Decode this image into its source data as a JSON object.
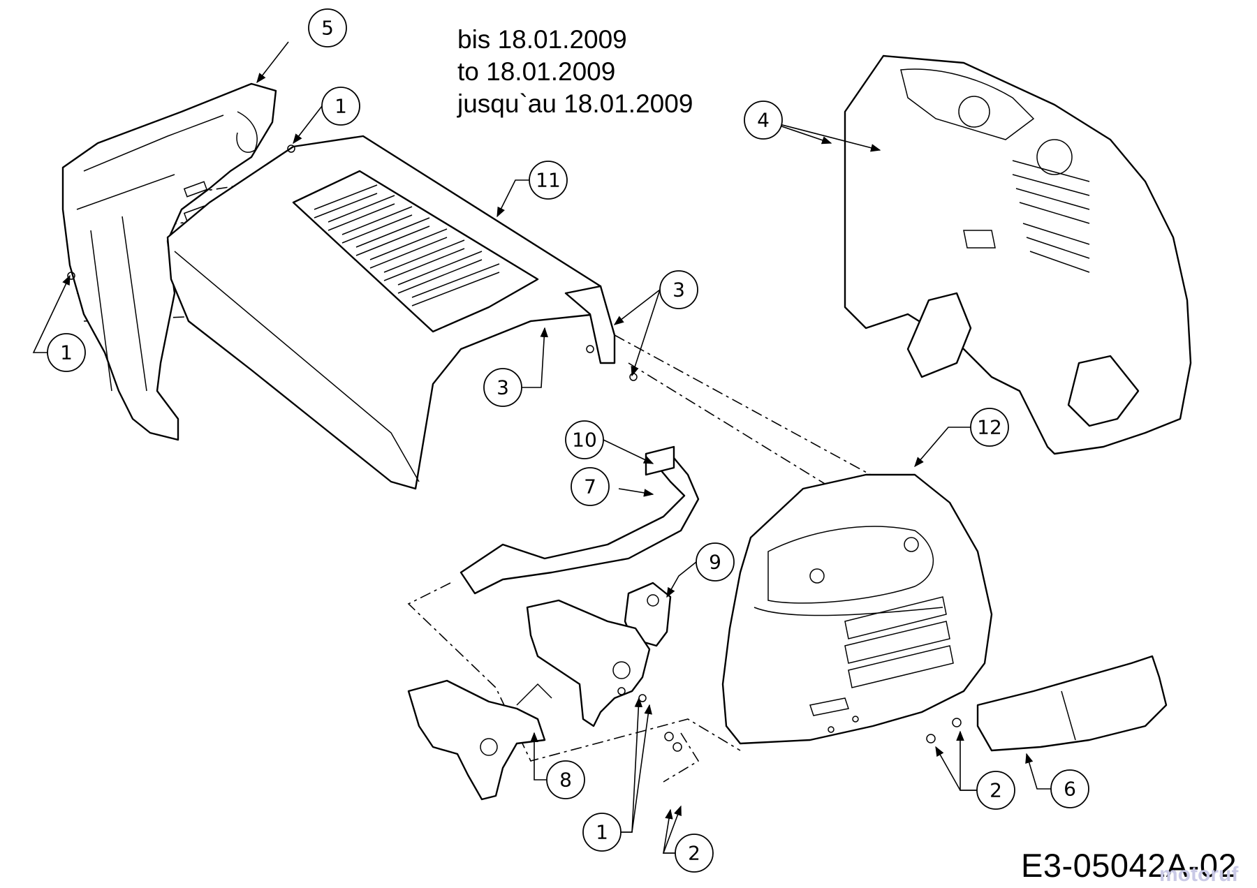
{
  "notes": [
    "bis 18.01.2009",
    "to 18.01.2009",
    "jusqu`au 18.01.2009"
  ],
  "drawing_code": "E3-05042A-02",
  "watermark": "motoruf",
  "callouts": [
    "1",
    "1",
    "1",
    "2",
    "2",
    "3",
    "3",
    "4",
    "5",
    "6",
    "7",
    "8",
    "9",
    "10",
    "11",
    "12"
  ]
}
